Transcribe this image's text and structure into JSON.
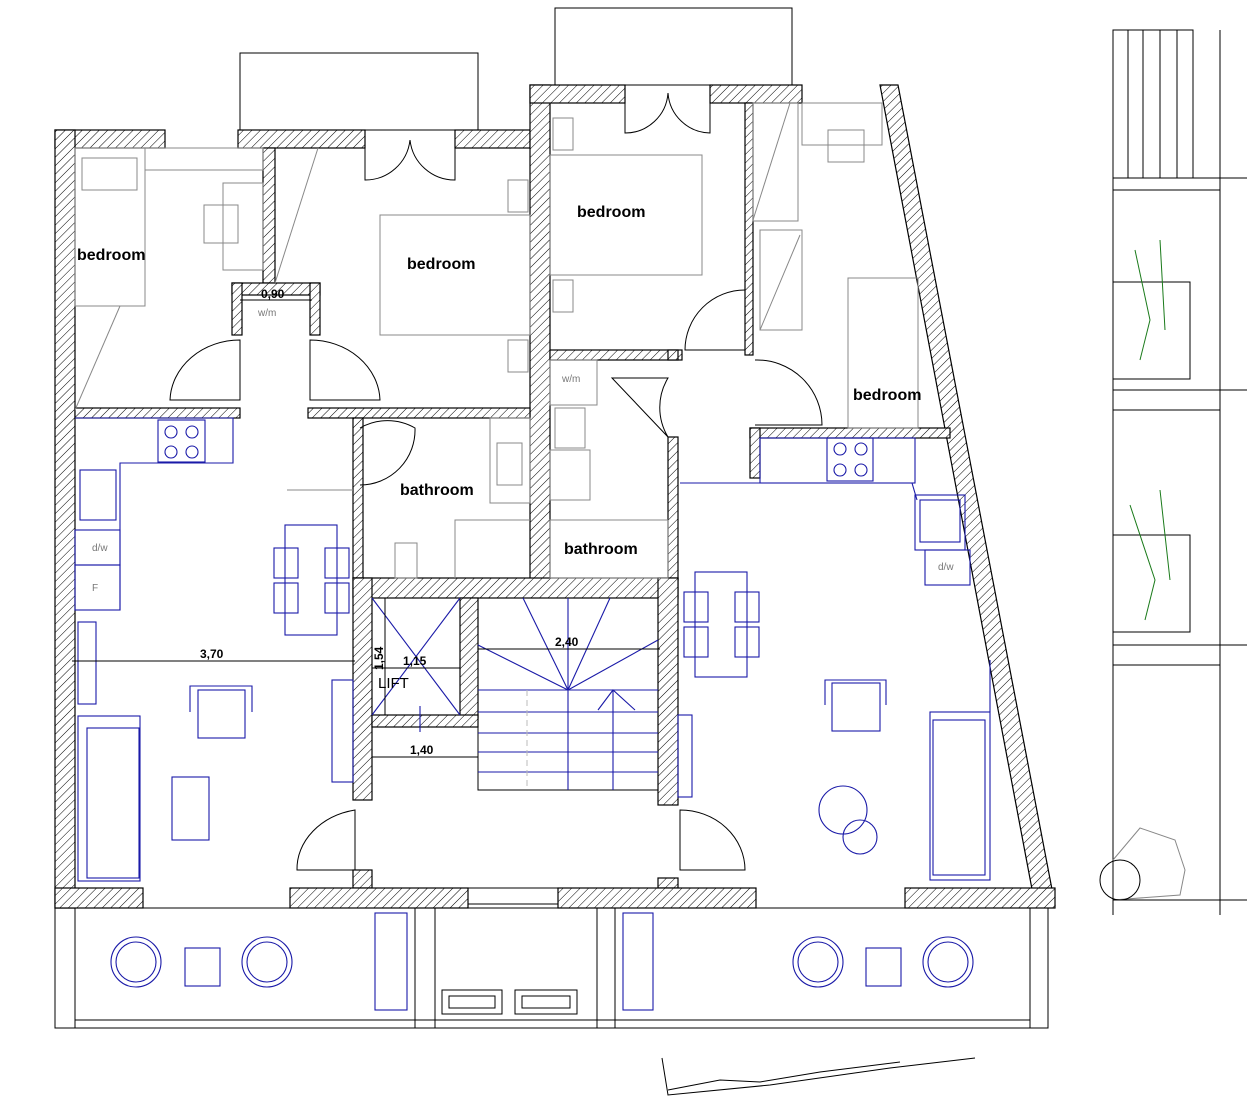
{
  "rooms": {
    "bedroom_1": "bedroom",
    "bedroom_2": "bedroom",
    "bedroom_3": "bedroom",
    "bedroom_4": "bedroom",
    "bathroom_1": "bathroom",
    "bathroom_2": "bathroom"
  },
  "labels": {
    "wm_1": "w/m",
    "wm_2": "w/m",
    "dw_1": "d/w",
    "dw_2": "d/w",
    "fridge": "F",
    "lift": "LIFT"
  },
  "dimensions": {
    "wm_width": "0,90",
    "living_width": "3,70",
    "lift_depth": "1,54",
    "lift_width": "1,15",
    "stair_width": "2,40",
    "lobby_width": "1,40"
  },
  "colors": {
    "walls": "#000000",
    "furniture": "#1a1aa8",
    "fixtures": "#888888"
  }
}
